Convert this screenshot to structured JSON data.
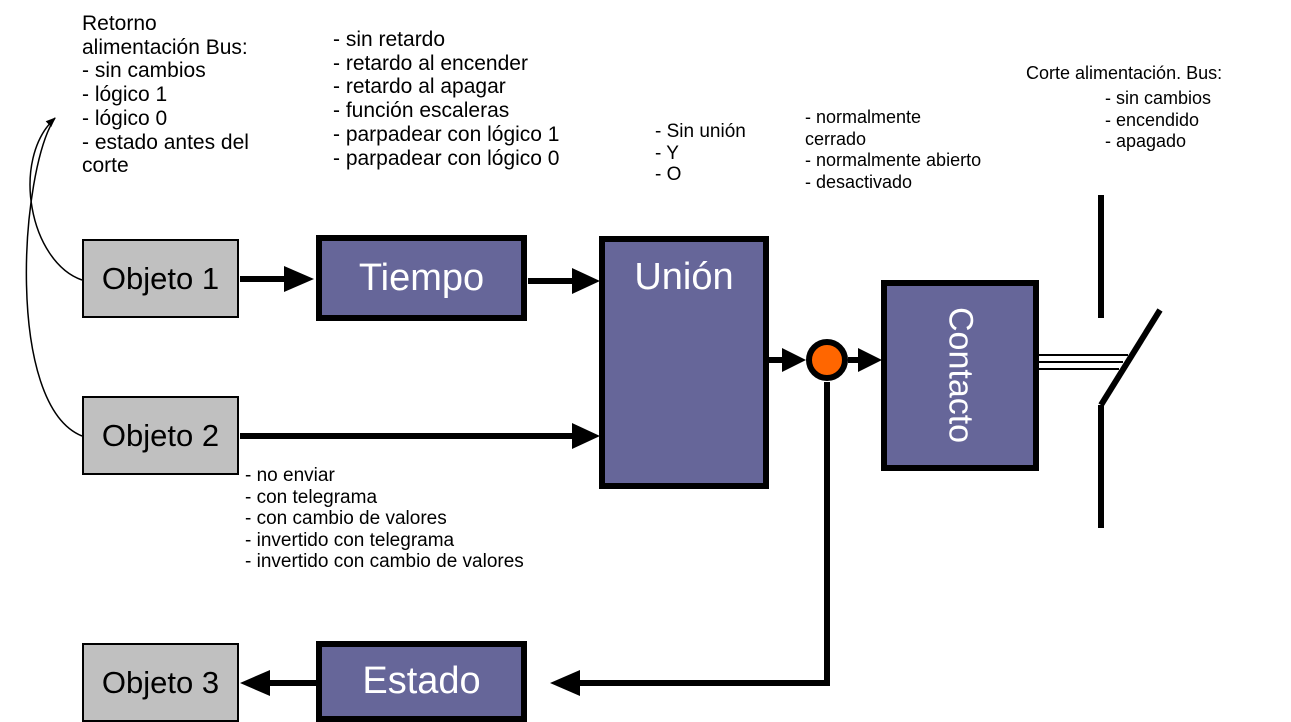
{
  "colors": {
    "block_fill": "#666699",
    "object_fill": "#c0c0c0",
    "junction_fill": "#ff6600",
    "line": "#000000"
  },
  "objects": {
    "obj1": "Objeto 1",
    "obj2": "Objeto 2",
    "obj3": "Objeto 3"
  },
  "blocks": {
    "tiempo": "Tiempo",
    "union": "Unión",
    "contacto": "Contacto",
    "estado": "Estado"
  },
  "notes": {
    "retorno": "Retorno\nalimentación Bus:\n- sin cambios\n- lógico 1\n- lógico 0\n- estado antes del\ncorte",
    "tiempo": "- sin retardo\n- retardo al encender\n- retardo al apagar\n- función escaleras\n- parpadear con lógico 1\n- parpadear con lógico 0",
    "union": "- Sin unión\n- Y\n- O",
    "contacto": "- normalmente\ncerrado\n- normalmente abierto\n- desactivado",
    "corte_title": "Corte alimentación. Bus:",
    "corte_items": "- sin cambios\n- encendido\n- apagado",
    "objeto2": "- no enviar\n- con telegrama\n- con cambio de valores\n- invertido con telegrama\n- invertido con cambio de valores"
  }
}
